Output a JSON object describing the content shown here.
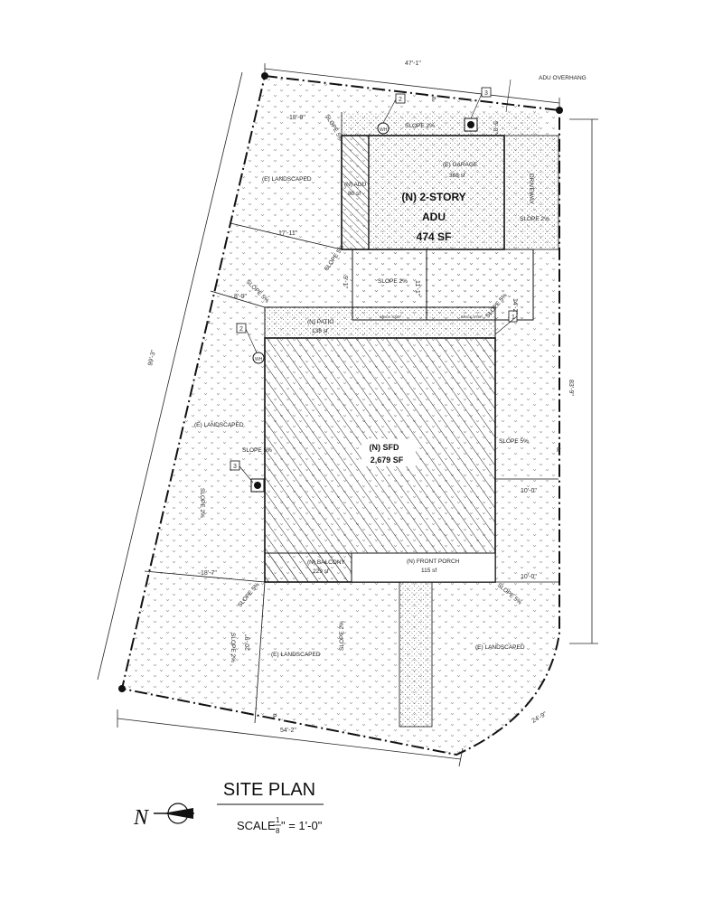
{
  "dimensions": {
    "top": "47'-1\"",
    "right": "83'-9\"",
    "left": "99'-3\"",
    "bottom": "54'-2\"",
    "corner": "24'-9\"",
    "d_18_9": "18'-9\"",
    "d_17_11": "17'-11\"",
    "d_8_0": "8'-0\"",
    "d_18_7": "18'-7\"",
    "d_20_9": "20'-9\"",
    "d_10_0_a": "10'-0\"",
    "d_10_0_b": "10'-0\"",
    "d_14_2": "14'-2\"",
    "d_5_0": "5'-0\"",
    "d_9_1": "9'-1\"",
    "d_11": "11'-1\""
  },
  "labels": {
    "adu_overhang": "ADU OVERHANG",
    "driveway": "DRIVEWAY",
    "slope_2": "SLOPE 2%",
    "slope_5": "SLOPE 5%",
    "landscaped": "(E) LANDSCAPED",
    "garage": "(E) GARAGE",
    "garage_area": "368 sf",
    "adu_small": "(N) ADU",
    "adu_small_area": "80 sf",
    "adu_title_1": "(N) 2-STORY",
    "adu_title_2": "ADU",
    "adu_title_3": "474 SF",
    "patio": "(N) PATIO",
    "patio_area": "138 sf",
    "sfd_1": "(N) SFD",
    "sfd_2": "2,679 SF",
    "balcony": "(N) BALCONY",
    "balcony_area": "229 sf",
    "front_porch": "(N) FRONT PORCH",
    "front_porch_area": "115 sf",
    "wh": "WH",
    "step_a": "BRICK STEP",
    "step_b": "BRICK STEP",
    "tag_1": "1",
    "tag_2": "2",
    "tag_3": "3",
    "tag_2b": "2",
    "tag_3b": "3",
    "pl": "P"
  },
  "title": {
    "heading": "SITE PLAN",
    "scale_prefix": "SCALE",
    "scale_num": "1",
    "scale_den": "8",
    "scale_suffix": "\" = 1'-0\"",
    "north": "N"
  },
  "colors": {
    "line": "#111111",
    "stipple": "#555555"
  }
}
